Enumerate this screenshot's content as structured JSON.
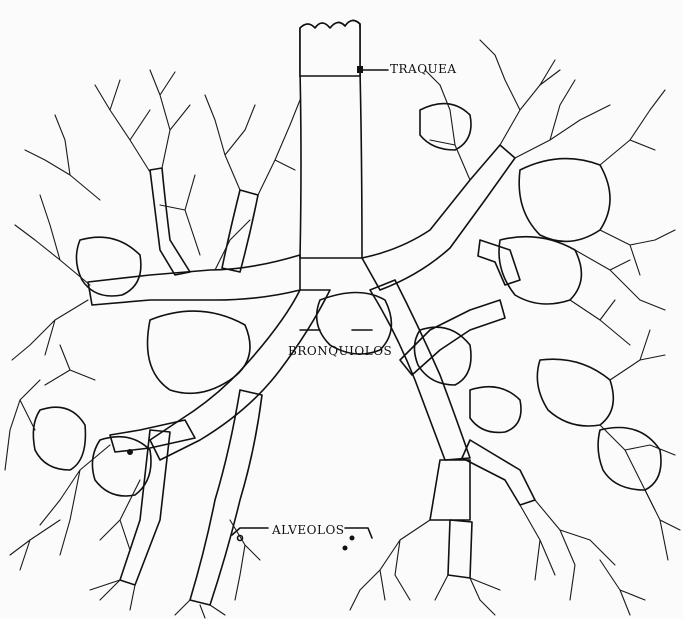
{
  "labels": {
    "trachea": "TRAQUEA",
    "bronchioles": "BRONQUIOLOS",
    "alveoli": "ALVEOLOS"
  },
  "style": {
    "ink": "#111111",
    "paper": "#fbfbfb"
  }
}
